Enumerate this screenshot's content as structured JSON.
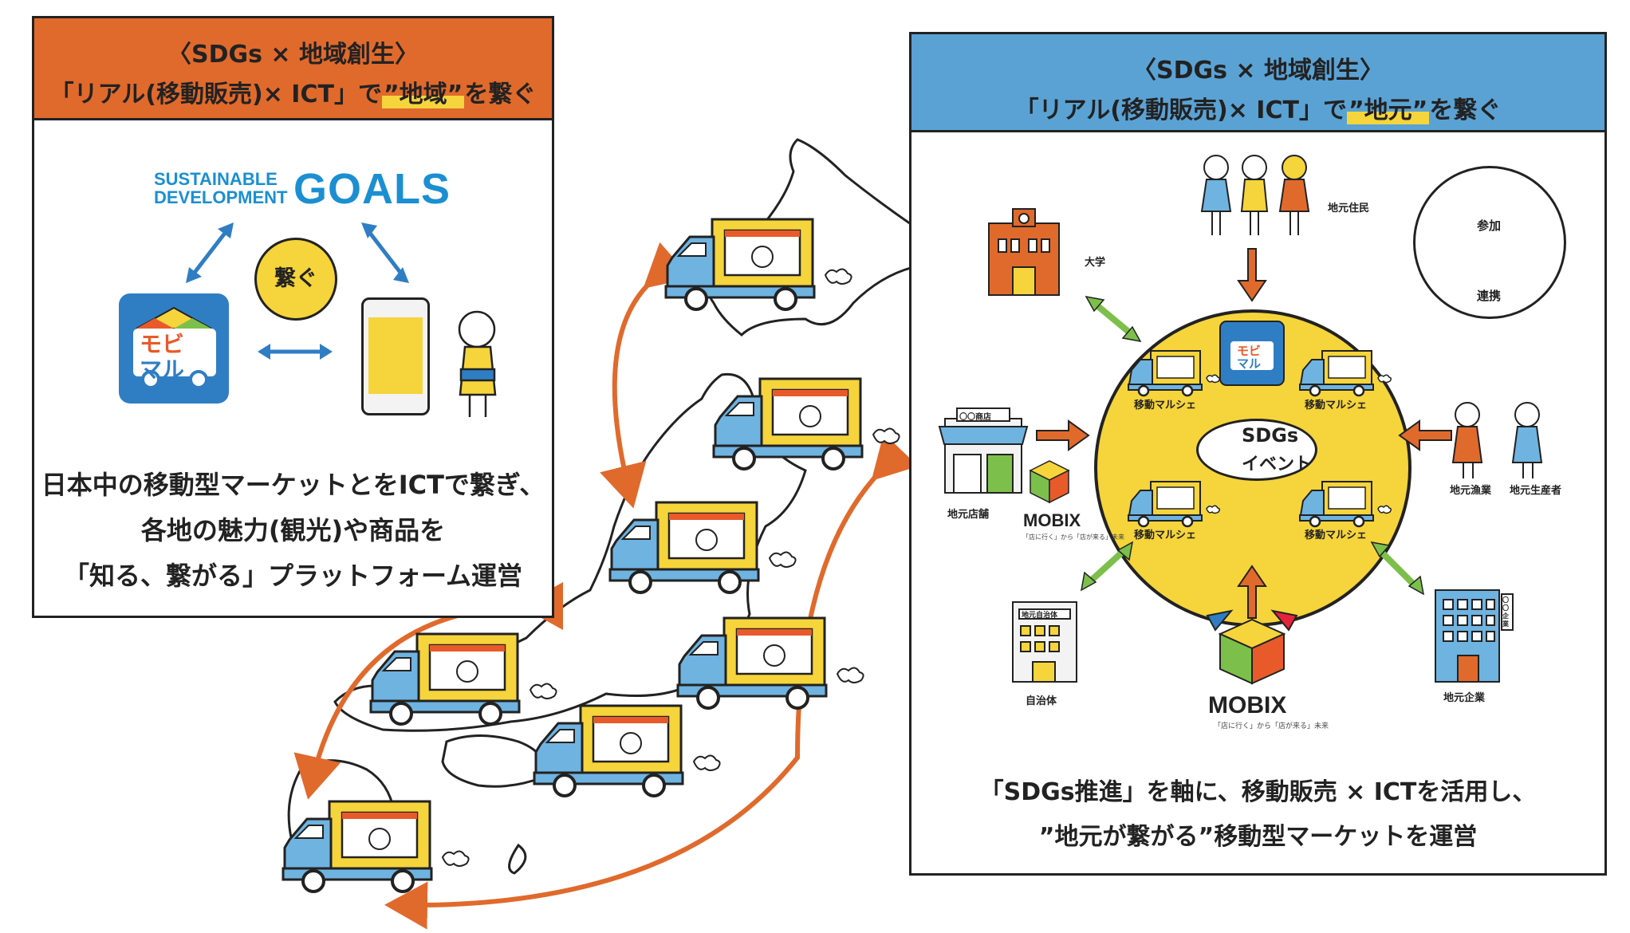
{
  "left_panel": {
    "header_line1": "〈SDGs × 地域創生〉",
    "header_line2_pre": "「リアル(移動販売)× ICT」で",
    "header_line2_hl": "”地域”",
    "header_line2_post": "を繋ぐ",
    "goals_line1": "SUSTAINABLE",
    "goals_line2": "DEVELOPMENT",
    "goals_word": "GOALS",
    "connect_label": "繋ぐ",
    "app_name_line1": "モビ",
    "app_name_line2": "マル",
    "description": [
      "日本中の移動型マーケットとをICTで繋ぎ、",
      "各地の魅力(観光)や商品を",
      "「知る、繋がる」プラットフォーム運営"
    ]
  },
  "right_panel": {
    "header_line1": "〈SDGs × 地域創生〉",
    "header_line2_pre": "「リアル(移動販売)× ICT」で",
    "header_line2_hl": "”地元”",
    "header_line2_post": "を繋ぐ",
    "center_line1": "SDGs",
    "center_line2": "イベント",
    "app_name_line1": "モビ",
    "app_name_line2": "マル",
    "truck_label": "移動マルシェ",
    "nodes": {
      "residents": "地元住民",
      "university": "大学",
      "store": "地元店舗",
      "store_sign": "〇〇商店",
      "fishery": "地元漁業",
      "producer": "地元生産者",
      "municipality": "自治体",
      "municipality_sign": "地元自治体",
      "company": "地元企業",
      "company_sign": "〇〇企業"
    },
    "legend": {
      "participate": "参加",
      "collaborate": "連携"
    },
    "mobix_small": "MOBIX",
    "mobix_small_tag": "「店に行く」から「店が来る」未来",
    "mobix_big": "MOBIX",
    "mobix_big_tag": "「店に行く」から「店が来る」未来",
    "description": [
      "「SDGs推進」を軸に、移動販売 × ICTを活用し、",
      "”地元が繋がる”移動型マーケットを運営"
    ]
  },
  "colors": {
    "orange": "#e06a2c",
    "blue": "#5aa2d4",
    "yellow": "#f6d43b",
    "green": "#7cc04b",
    "truck_blue": "#6fb3e0"
  }
}
